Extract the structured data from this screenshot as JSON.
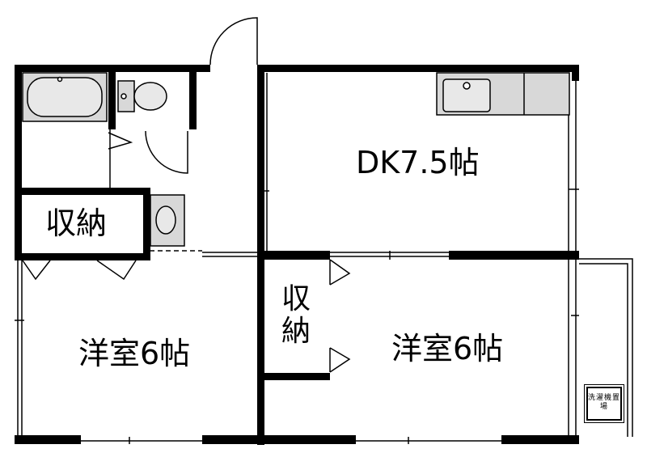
{
  "floor_plan": {
    "rooms": {
      "dk_label": "DK7.5帖",
      "western_room_left_label": "洋室6帖",
      "western_room_right_label": "洋室6帖",
      "storage_left_label": "収納",
      "storage_right_line1": "収",
      "storage_right_line2": "納",
      "laundry_label": "洗濯機置場"
    }
  }
}
